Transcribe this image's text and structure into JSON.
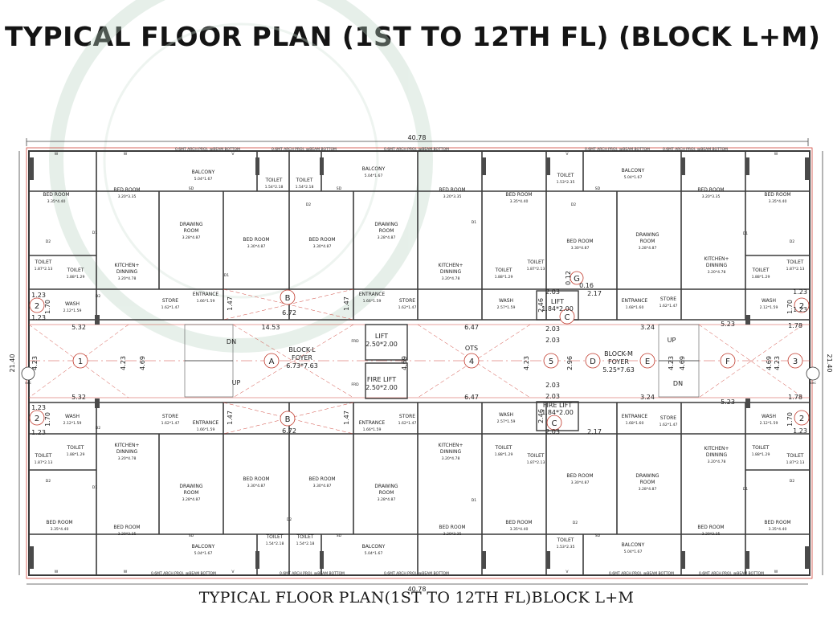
{
  "title": "TYPICAL FLOOR PLAN (1ST TO 12TH FL) (BLOCK L+M)",
  "caption": "TYPICAL FLOOR PLAN(1ST TO 12TH FL)BLOCK L+M",
  "overall_width": "40.78",
  "overall_depth": "21.40",
  "proj_note": "0.6MT ARCH PROJ. @BEAM BOTTOM",
  "sec": "sec",
  "room_labels": {
    "bedroom": "BED ROOM",
    "balcony": "BALCONY",
    "toilet": "TOILET",
    "drawing": "DRAWING",
    "room": "ROOM",
    "kitchen": "KITCHEN+",
    "dinning": "DINNING",
    "entrance": "ENTRANCE",
    "store": "STORE",
    "wash": "WASH",
    "lift": "LIFT",
    "fire_lift": "FIRE LIFT",
    "ots": "OTS",
    "block_l": "BLOCK-L",
    "block_m": "BLOCK-M",
    "foyer": "FOYER",
    "dn": "DN",
    "up": "UP",
    "frd": "FRD"
  },
  "room_sizes": {
    "bed_335_440": "3.35*4.40",
    "bed_320_335": "3.20*3.35",
    "bed_330_487": "3.30*4.87",
    "drawing_328_487": "3.28*4.87",
    "balcony_504_167": "5.04*1.67",
    "toilet_154_218": "1.54*2.18",
    "toilet_153_235": "1.53*2.35",
    "toilet_187_213": "1.87*2.13",
    "toilet_188_129": "1.88*1.29",
    "kitchen_320_478": "3.20*4.78",
    "entrance_166_159": "1.66*1.59",
    "entrance_168_160": "1.68*1.60",
    "store_162_147": "1.62*1.47",
    "wash_212_159": "2.12*1.59",
    "wash_257_159": "2.57*1.59",
    "lift_250_200": "2.50*2.00",
    "lift_184_200": "1.84*2.00",
    "foyer_l": "6.73*7.63",
    "foyer_m": "5.25*7.63"
  },
  "grid_labels": [
    "1",
    "A",
    "4",
    "5",
    "D",
    "E",
    "F",
    "3",
    "2",
    "2",
    "2",
    "2"
  ],
  "grid_letters": {
    "B": "B",
    "C": "C",
    "G": "G"
  },
  "dimensions": {
    "d532": "5.32",
    "d1453": "14.53",
    "d647": "6.47",
    "d324": "3.24",
    "d523": "5.23",
    "d178": "1.78",
    "d423": "4.23",
    "d469": "4.69",
    "d672": "6.72",
    "d147": "1.47",
    "d123": "1.23",
    "d170": "1.70",
    "d203": "2.03",
    "d217": "2.17",
    "d296": "2.96",
    "d016": "0.16",
    "d012": "0.12",
    "d246": "2.46"
  },
  "door_tags": {
    "d1": "D1",
    "d2": "D2",
    "sd": "SD",
    "w": "W",
    "v": "V"
  },
  "colors": {
    "wall": "#3a3a3a",
    "redline": "#d0463c",
    "column": "#4a4a4a",
    "door_arc": "#8a3fb0",
    "grid_circle": "#c0392b",
    "watermark": "#b9d3c2"
  }
}
